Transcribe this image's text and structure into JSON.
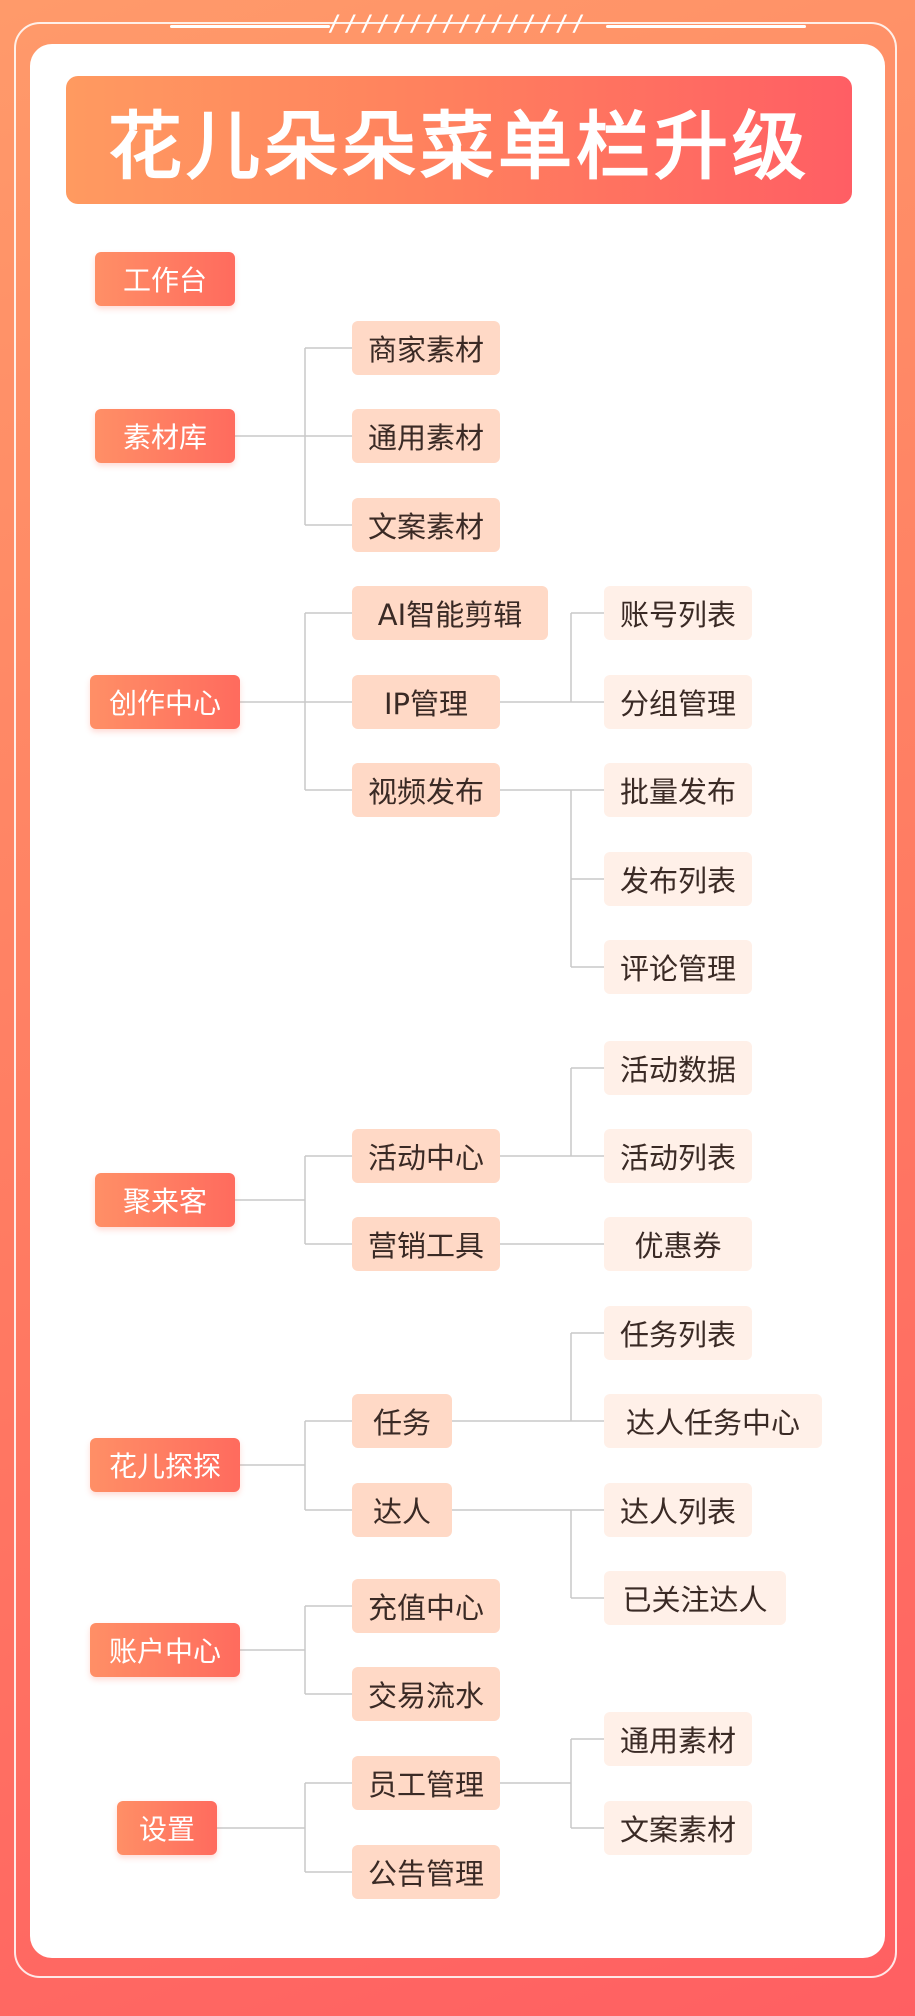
{
  "title": "花儿朵朵菜单栏升级",
  "decoration": "////////////////",
  "colors": {
    "accent": "#ff6b5e",
    "accent_light": "#ff9a60",
    "level2_bg": "#ffd9c6",
    "level3_bg": "#fff0e8",
    "line": "#c9c9c9"
  },
  "menu": [
    {
      "label": "工作台",
      "children": []
    },
    {
      "label": "素材库",
      "children": [
        {
          "label": "商家素材",
          "children": []
        },
        {
          "label": "通用素材",
          "children": []
        },
        {
          "label": "文案素材",
          "children": []
        }
      ]
    },
    {
      "label": "创作中心",
      "children": [
        {
          "label": "AI智能剪辑",
          "children": []
        },
        {
          "label": "IP管理",
          "children": [
            {
              "label": "账号列表"
            },
            {
              "label": "分组管理"
            }
          ]
        },
        {
          "label": "视频发布",
          "children": [
            {
              "label": "批量发布"
            },
            {
              "label": "发布列表"
            },
            {
              "label": "评论管理"
            }
          ]
        }
      ]
    },
    {
      "label": "聚来客",
      "children": [
        {
          "label": "活动中心",
          "children": [
            {
              "label": "活动数据"
            },
            {
              "label": "活动列表"
            }
          ]
        },
        {
          "label": "营销工具",
          "children": [
            {
              "label": "优惠券"
            }
          ]
        }
      ]
    },
    {
      "label": "花儿探探",
      "children": [
        {
          "label": "任务",
          "children": [
            {
              "label": "任务列表"
            },
            {
              "label": "达人任务中心"
            }
          ]
        },
        {
          "label": "达人",
          "children": [
            {
              "label": "达人列表"
            },
            {
              "label": "已关注达人"
            }
          ]
        }
      ]
    },
    {
      "label": "账户中心",
      "children": [
        {
          "label": "充值中心",
          "children": []
        },
        {
          "label": "交易流水",
          "children": []
        }
      ]
    },
    {
      "label": "设置",
      "children": [
        {
          "label": "员工管理",
          "children": [
            {
              "label": "通用素材"
            },
            {
              "label": "文案素材"
            }
          ]
        },
        {
          "label": "公告管理",
          "children": []
        }
      ]
    }
  ]
}
